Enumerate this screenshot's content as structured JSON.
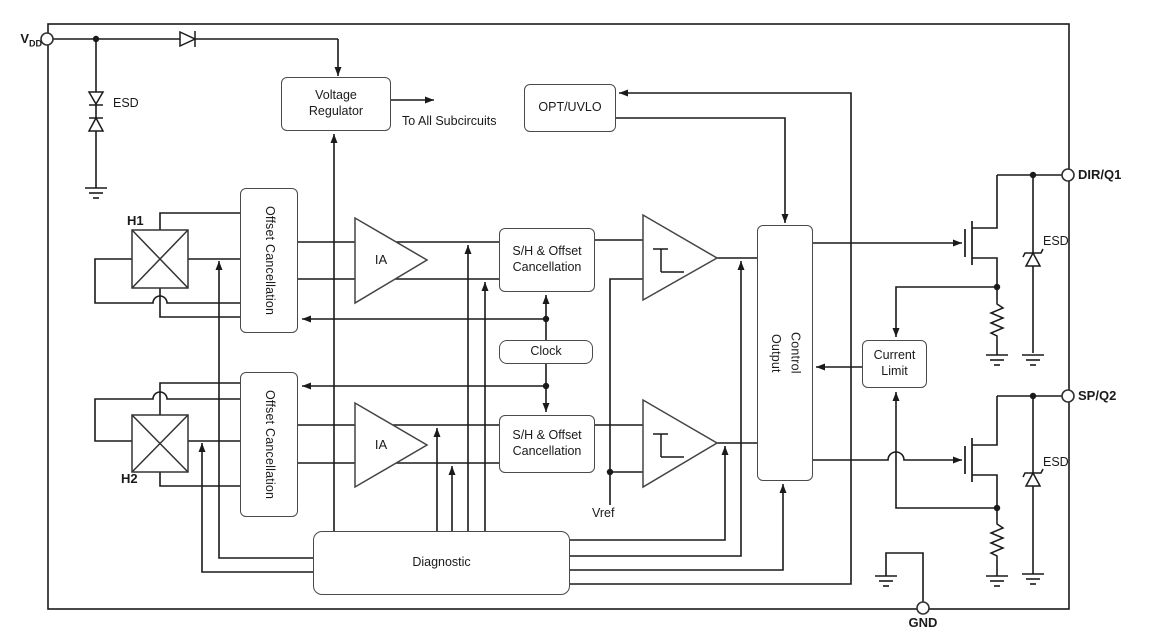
{
  "diagram": {
    "terminals": {
      "vdd_main": "V",
      "vdd_sub": "DD",
      "dir_q1": "DIR/Q1",
      "sp_q2": "SP/Q2",
      "gnd": "GND"
    },
    "blocks": {
      "voltage_regulator": "Voltage Regulator",
      "opt_uvlo": "OPT/UVLO",
      "offset_cancellation_1": "Offset Cancellation",
      "offset_cancellation_2": "Offset Cancellation",
      "ia_1": "IA",
      "ia_2": "IA",
      "sh_offset_1": "S/H & Offset Cancellation",
      "sh_offset_2": "S/H & Offset Cancellation",
      "clock": "Clock",
      "output_control": "Output Control",
      "current_limit": "Current Limit",
      "diagnostic": "Diagnostic"
    },
    "labels": {
      "esd_left": "ESD",
      "esd_top_right": "ESD",
      "esd_bottom_right": "ESD",
      "h1": "H1",
      "h2": "H2",
      "to_all_subcircuits": "To All Subcircuits",
      "vref": "Vref"
    },
    "colors": {
      "line": "#1a1a1a",
      "block_border": "#4a4a4a",
      "background": "#ffffff",
      "text": "#1a1a1a"
    }
  }
}
